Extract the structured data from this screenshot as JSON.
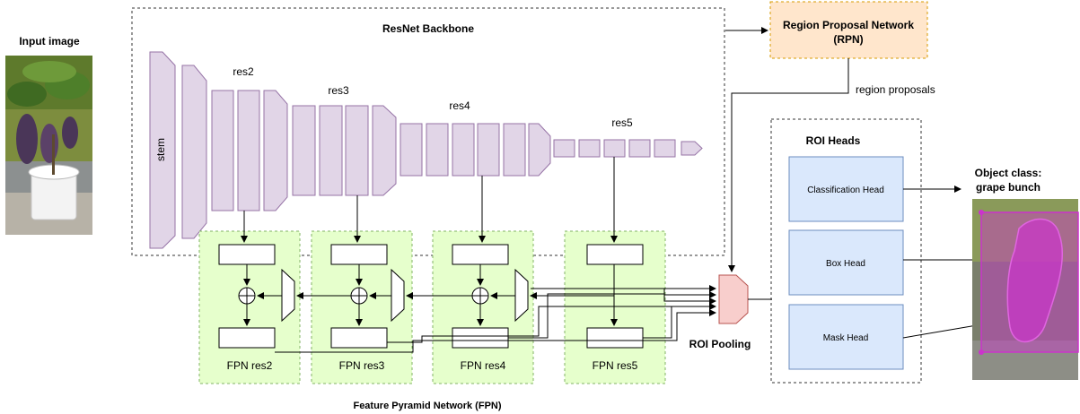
{
  "input": {
    "label": "Input image"
  },
  "backbone": {
    "title": "ResNet Backbone",
    "stem_label": "stem",
    "stages": [
      "res2",
      "res3",
      "res4",
      "res5"
    ]
  },
  "rpn": {
    "label_line1": "Region Proposal Network",
    "label_line2": "(RPN)",
    "output_label": "region proposals"
  },
  "fpn": {
    "title": "Feature Pyramid Network (FPN)",
    "levels": [
      "FPN res2",
      "FPN res3",
      "FPN res4",
      "FPN res5"
    ]
  },
  "roi_pooling": {
    "label": "ROI Pooling"
  },
  "roi_heads": {
    "title": "ROI Heads",
    "heads": [
      "Classification Head",
      "Box Head",
      "Mask Head"
    ]
  },
  "output": {
    "line1": "Object class:",
    "line2": "grape bunch"
  },
  "colors": {
    "backbone_fill": "#e1d5e7",
    "backbone_stroke": "#9673a6",
    "rpn_fill": "#ffe6cc",
    "rpn_stroke": "#d79b00",
    "fpn_fill": "#e6ffcc",
    "fpn_stroke": "#82b366",
    "roi_pool_fill": "#f8cecc",
    "roi_pool_stroke": "#b85450",
    "head_fill": "#dae8fc",
    "head_stroke": "#6c8ebf",
    "mask_overlay": "#cc33cc"
  }
}
